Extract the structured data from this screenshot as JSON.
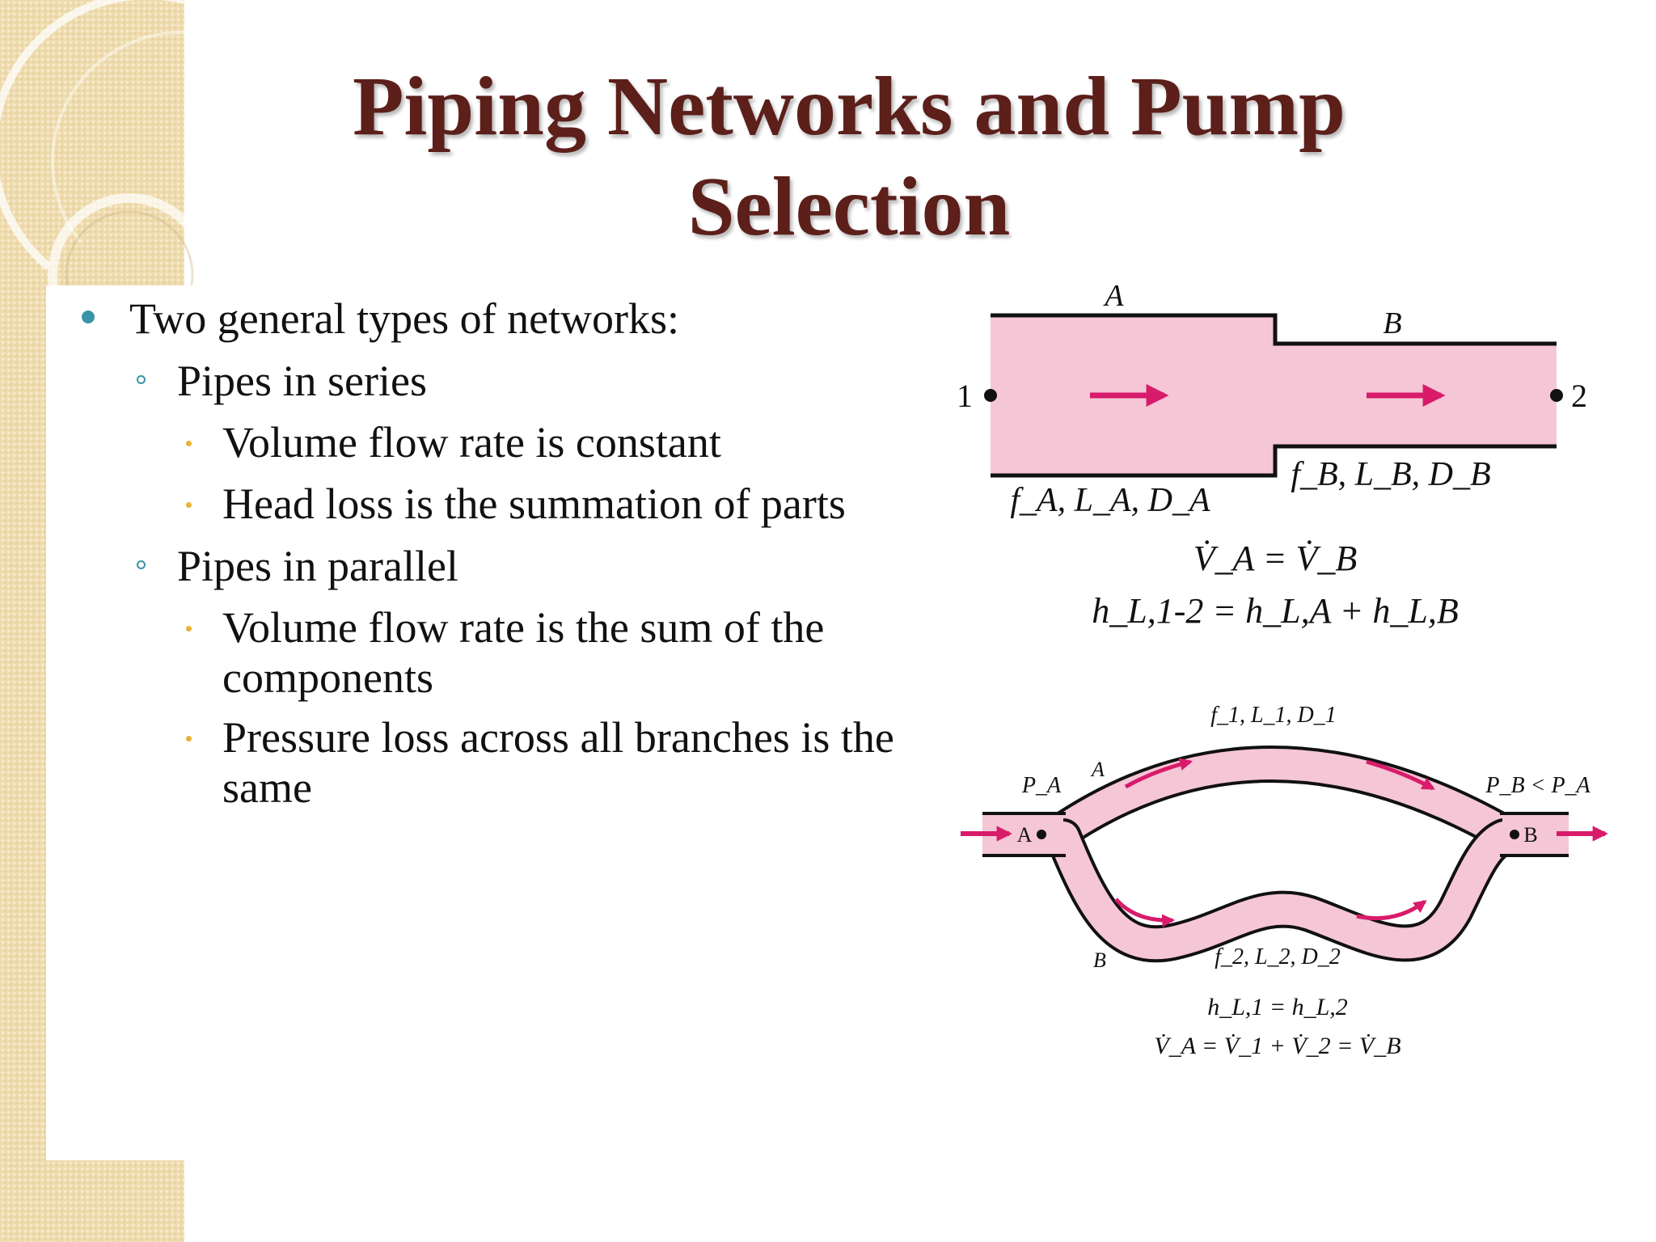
{
  "slide": {
    "title": "Piping Networks and Pump Selection",
    "bullets": {
      "l1": "Two general types of networks:",
      "series": "Pipes in series",
      "series_a": "Volume flow rate is constant",
      "series_b": "Head loss is the summation of parts",
      "parallel": "Pipes in parallel",
      "parallel_a_line1": "Volume flow rate is the sum of the",
      "parallel_a_line2": "components",
      "parallel_b_line1": "Pressure loss across all branches is the",
      "parallel_b_line2": "same"
    }
  },
  "colors": {
    "title": "#5c1f1a",
    "pipe_fill": "#f5c6d6",
    "flow_arrow": "#d81b6a",
    "bullet_l1": "#3a94a8",
    "bullet_l3": "#e8b23a"
  },
  "series_diagram": {
    "label_pipe_a": "A",
    "label_pipe_b": "B",
    "point_1": "1",
    "point_2": "2",
    "props_a": "f_A, L_A, D_A",
    "props_b": "f_B, L_B, D_B",
    "eq1": "V̇_A = V̇_B",
    "eq2": "h_L,1-2 = h_L,A + h_L,B"
  },
  "parallel_diagram": {
    "label_top_branch": "A",
    "label_bottom_branch": "B",
    "pressure_in": "P_A",
    "pressure_out": "P_B < P_A",
    "node_in": "A",
    "node_out": "B",
    "props_1": "f_1, L_1, D_1",
    "props_2": "f_2, L_2, D_2",
    "eq1": "h_L,1 = h_L,2",
    "eq2": "V̇_A = V̇_1 + V̇_2 = V̇_B"
  }
}
